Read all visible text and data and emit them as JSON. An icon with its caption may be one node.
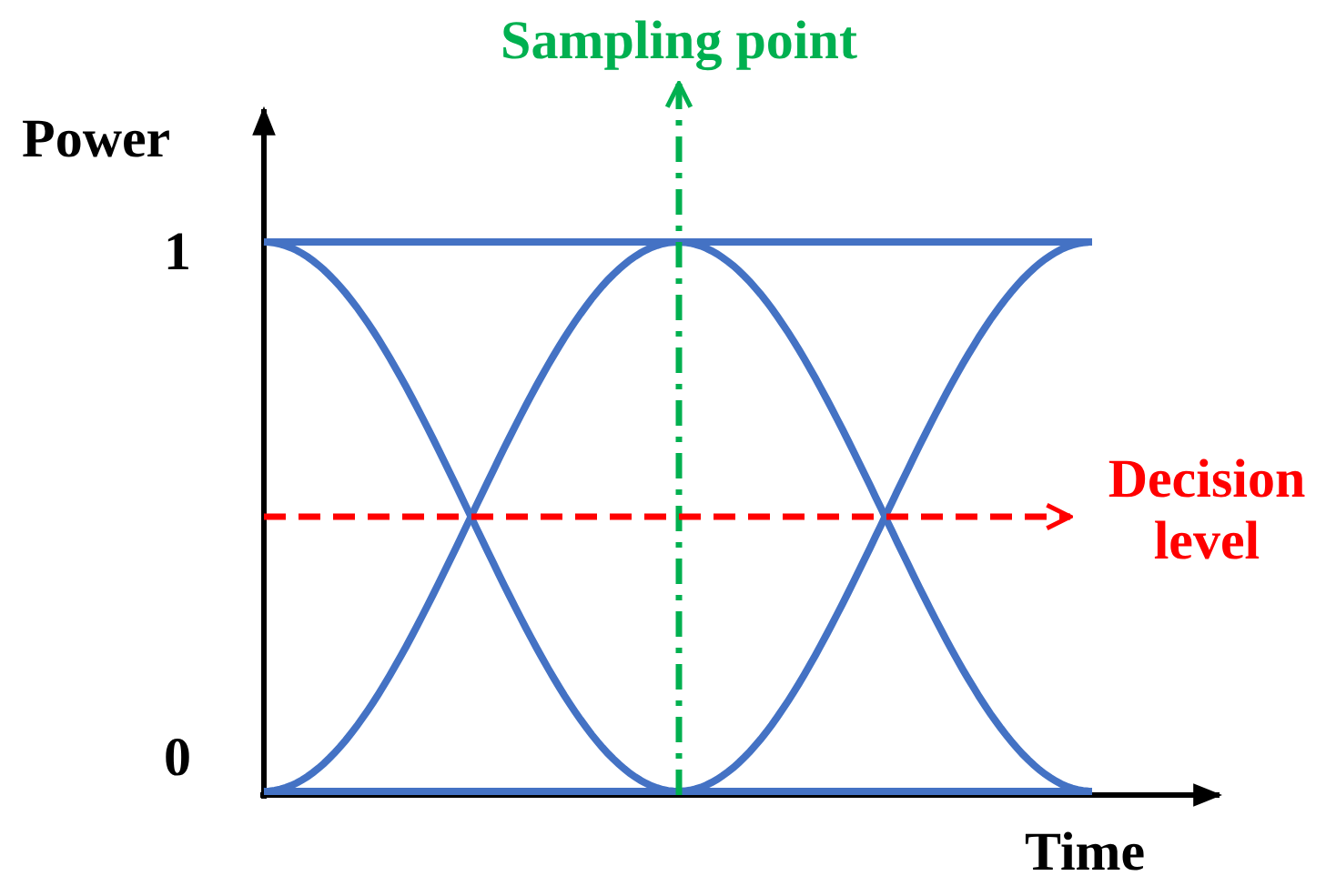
{
  "diagram": {
    "nodes": [
      {
        "text": [
          "Sampling point"
        ]
      },
      {
        "text": [
          "Decision level"
        ]
      }
    ],
    "edges": [
      {
        "from": null,
        "to": 0,
        "arrow": "to",
        "style": "dashed",
        "color": "#00b050"
      },
      {
        "from": null,
        "to": 1,
        "arrow": "to",
        "style": "dashed",
        "color": "#ff0000"
      }
    ],
    "labels": [
      "Power",
      "1",
      "0",
      "Time"
    ]
  }
}
